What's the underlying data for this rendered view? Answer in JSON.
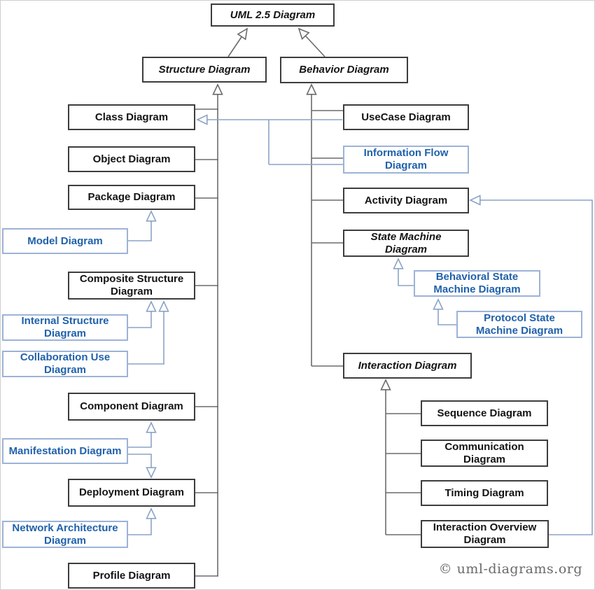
{
  "page": {
    "title": "UML 2.5 diagrams overview",
    "copyright": "© uml-diagrams.org",
    "colors": {
      "background": "#ffffff",
      "box_border": "#3d3d3d",
      "box_text": "#141414",
      "unofficial_border": "#9db3d6",
      "unofficial_text": "#2061ab",
      "connector": "#6b6b6b",
      "unofficial_connector": "#8ba3c7",
      "copyright_text": "#6a6a6a"
    }
  },
  "nodes": [
    {
      "id": "uml",
      "label": "UML 2.5 Diagram",
      "kind": "abstract"
    },
    {
      "id": "structure",
      "label": "Structure Diagram",
      "kind": "abstract"
    },
    {
      "id": "behavior",
      "label": "Behavior Diagram",
      "kind": "abstract"
    },
    {
      "id": "class",
      "label": "Class Diagram",
      "kind": "concrete"
    },
    {
      "id": "object",
      "label": "Object Diagram",
      "kind": "concrete"
    },
    {
      "id": "package",
      "label": "Package Diagram",
      "kind": "concrete"
    },
    {
      "id": "model",
      "label": "Model Diagram",
      "kind": "unofficial"
    },
    {
      "id": "composite",
      "label": "Composite Structure\nDiagram",
      "kind": "concrete"
    },
    {
      "id": "internal",
      "label": "Internal Structure\nDiagram",
      "kind": "unofficial"
    },
    {
      "id": "collaboration",
      "label": "Collaboration Use\nDiagram",
      "kind": "unofficial"
    },
    {
      "id": "component",
      "label": "Component Diagram",
      "kind": "concrete"
    },
    {
      "id": "manifestation",
      "label": "Manifestation Diagram",
      "kind": "unofficial"
    },
    {
      "id": "deployment",
      "label": "Deployment Diagram",
      "kind": "concrete"
    },
    {
      "id": "network",
      "label": "Network Architecture\nDiagram",
      "kind": "unofficial"
    },
    {
      "id": "profile",
      "label": "Profile Diagram",
      "kind": "concrete"
    },
    {
      "id": "usecase",
      "label": "UseCase Diagram",
      "kind": "concrete"
    },
    {
      "id": "infoflow",
      "label": "Information Flow\nDiagram",
      "kind": "unofficial"
    },
    {
      "id": "activity",
      "label": "Activity Diagram",
      "kind": "concrete"
    },
    {
      "id": "statemachine",
      "label": "State Machine\nDiagram",
      "kind": "abstract"
    },
    {
      "id": "behavioral",
      "label": "Behavioral State\nMachine Diagram",
      "kind": "unofficial"
    },
    {
      "id": "protocol",
      "label": "Protocol State\nMachine Diagram",
      "kind": "unofficial"
    },
    {
      "id": "interaction",
      "label": "Interaction Diagram",
      "kind": "abstract"
    },
    {
      "id": "sequence",
      "label": "Sequence Diagram",
      "kind": "concrete"
    },
    {
      "id": "communication",
      "label": "Communication\nDiagram",
      "kind": "concrete"
    },
    {
      "id": "timing",
      "label": "Timing Diagram",
      "kind": "concrete"
    },
    {
      "id": "iod",
      "label": "Interaction Overview\nDiagram",
      "kind": "concrete"
    }
  ]
}
